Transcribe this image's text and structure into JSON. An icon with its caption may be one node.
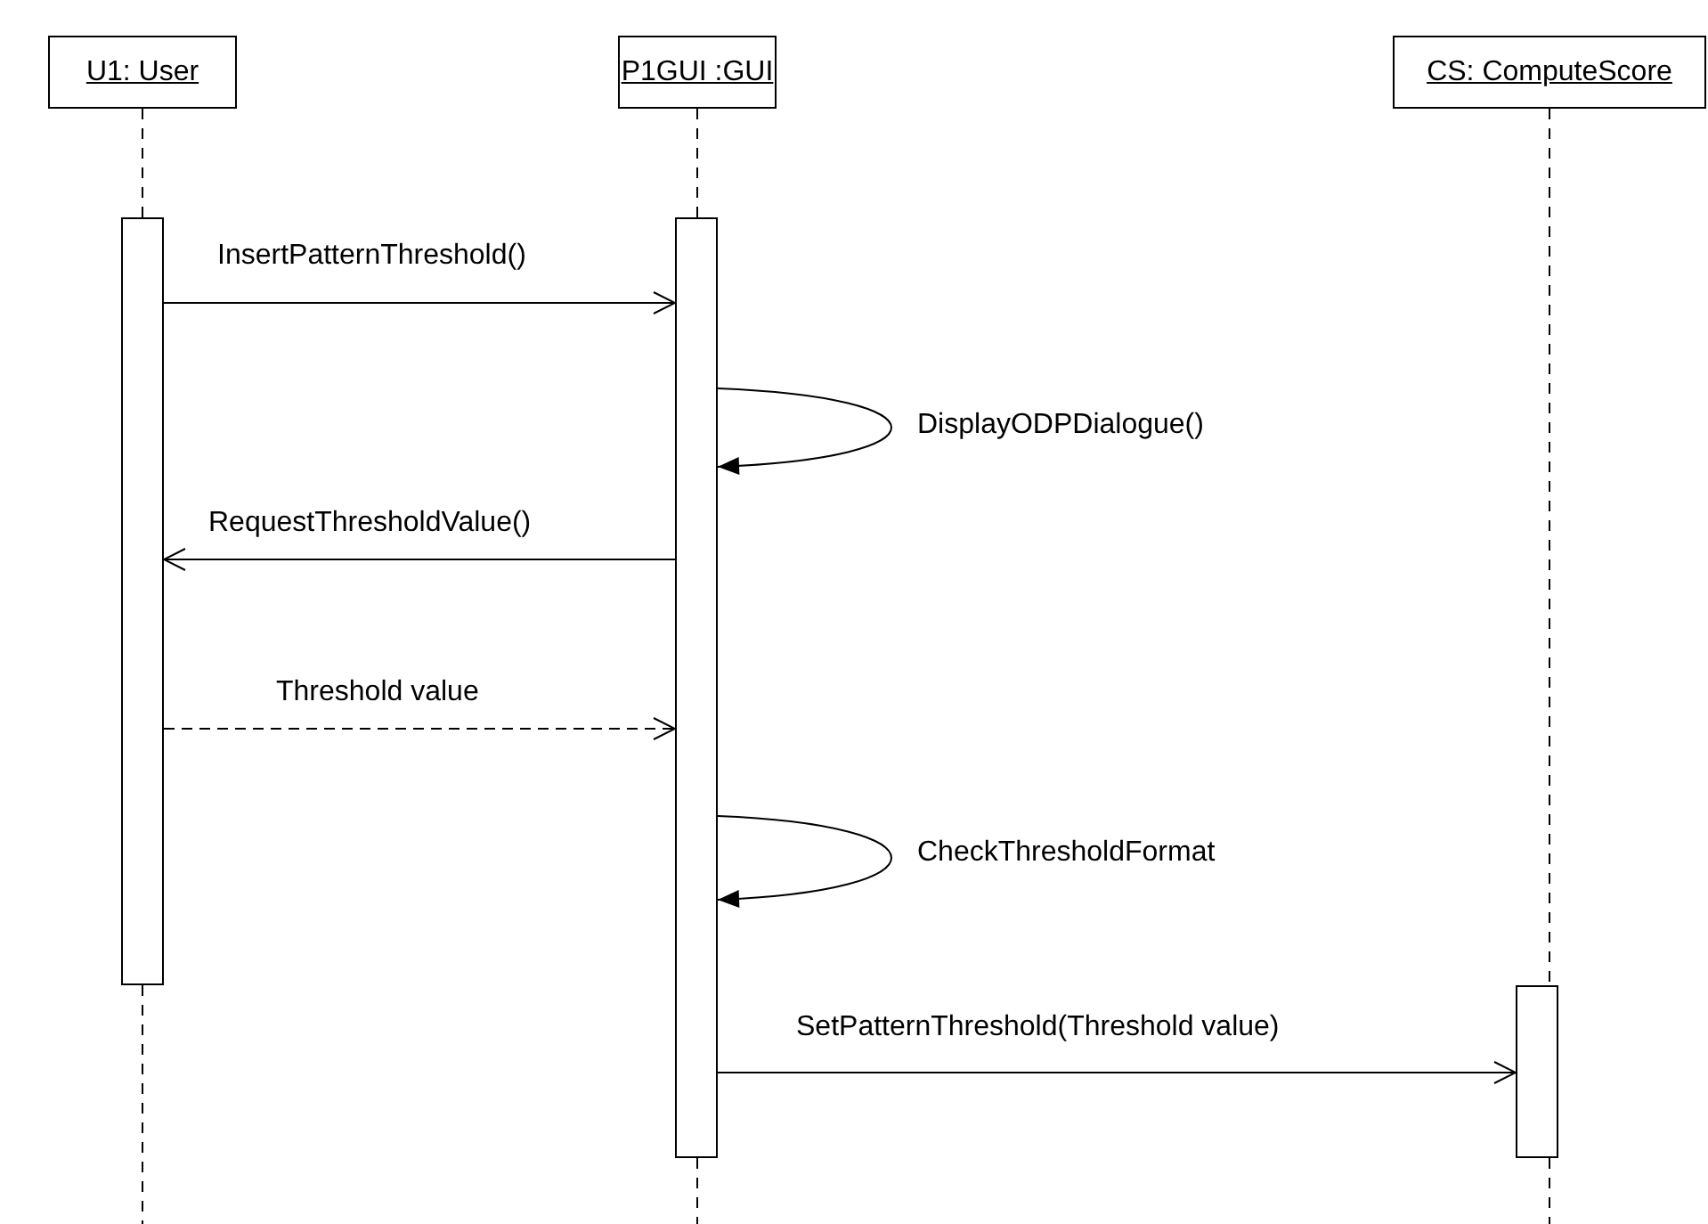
{
  "diagram": {
    "nodes": [
      {
        "text": [
          "U1: User"
        ]
      },
      {
        "text": [
          "P1GUI :GUI"
        ]
      },
      {
        "text": [
          "CS: ComputeScore"
        ]
      },
      {
        "text": [],
        "shape": "bar"
      },
      {
        "text": [],
        "shape": "bar"
      },
      {
        "text": [],
        "shape": "bar"
      }
    ],
    "edges": [
      {
        "from": 0,
        "to": 3,
        "arrow": "none",
        "style": "dashed"
      },
      {
        "from": 1,
        "to": 4,
        "arrow": "none",
        "style": "dashed"
      },
      {
        "from": 2,
        "to": 5,
        "arrow": "none",
        "style": "dashed"
      },
      {
        "from": 3,
        "to": 4,
        "arrow": "to",
        "label": "InsertPatternThreshold()"
      },
      {
        "from": 4,
        "to": 4,
        "arrow": "to",
        "label": "DisplayODPDialogue()"
      },
      {
        "from": 4,
        "to": 3,
        "arrow": "to",
        "label": "RequestThresholdValue()"
      },
      {
        "from": 3,
        "to": 4,
        "arrow": "to",
        "label": "Threshold value",
        "style": "dashed"
      },
      {
        "from": 4,
        "to": 4,
        "arrow": "to",
        "label": "CheckThresholdFormat"
      },
      {
        "from": 4,
        "to": 5,
        "arrow": "to",
        "label": "SetPatternThreshold(Threshold value)"
      }
    ]
  }
}
